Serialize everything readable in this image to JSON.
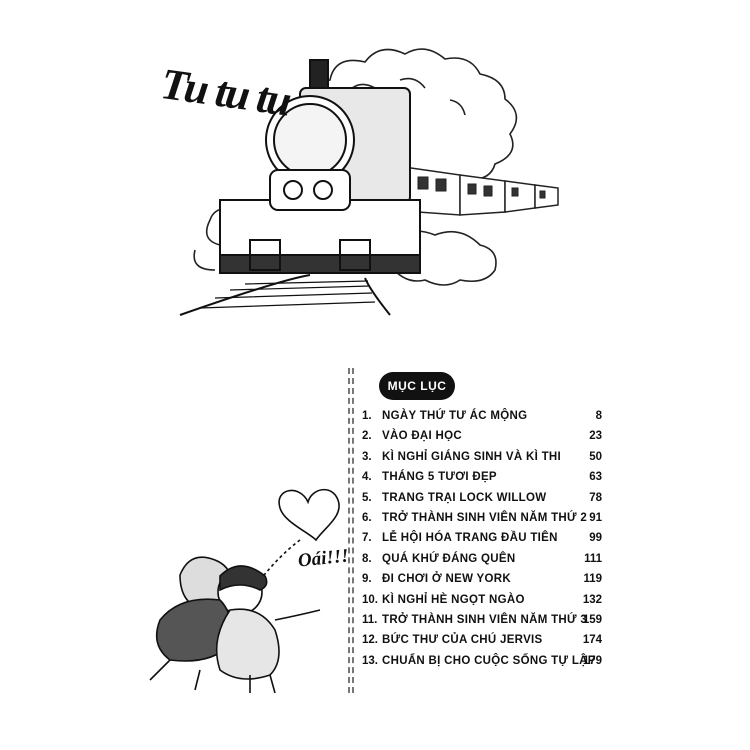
{
  "illustration_top": {
    "sound_text": "Tu tu tu",
    "subject": "steam-locomotive"
  },
  "toc": {
    "heading": "MỤC LỤC",
    "items": [
      {
        "num": "1.",
        "title": "NGÀY THỨ TƯ ÁC MỘNG",
        "page": "8"
      },
      {
        "num": "2.",
        "title": "VÀO ĐẠI HỌC",
        "page": "23"
      },
      {
        "num": "3.",
        "title": "KÌ NGHỈ GIÁNG SINH VÀ KÌ THI",
        "page": "50"
      },
      {
        "num": "4.",
        "title": "THÁNG 5 TƯƠI ĐẸP",
        "page": "63"
      },
      {
        "num": "5.",
        "title": "TRANG TRẠI LOCK WILLOW",
        "page": "78"
      },
      {
        "num": "6.",
        "title": "TRỞ THÀNH SINH VIÊN NĂM THỨ 2",
        "page": "91"
      },
      {
        "num": "7.",
        "title": "LỄ HỘI HÓA TRANG ĐẦU TIÊN",
        "page": "99"
      },
      {
        "num": "8.",
        "title": "QUÁ KHỨ ĐÁNG QUÊN",
        "page": "111"
      },
      {
        "num": "9.",
        "title": "ĐI CHƠI Ở NEW YORK",
        "page": "119"
      },
      {
        "num": "10.",
        "title": "KÌ NGHỈ HÈ NGỌT NGÀO",
        "page": "132"
      },
      {
        "num": "11.",
        "title": "TRỞ THÀNH SINH VIÊN NĂM THỨ 3",
        "page": "159"
      },
      {
        "num": "12.",
        "title": "BỨC THƯ CỦA CHÚ JERVIS",
        "page": "174"
      },
      {
        "num": "13.",
        "title": "CHUẨN BỊ CHO CUỘC SỐNG TỰ LẬP",
        "page": "179"
      }
    ]
  },
  "illustration_bottom": {
    "exclamation": "Oái!!!",
    "subject": "two-girls-hugging"
  }
}
